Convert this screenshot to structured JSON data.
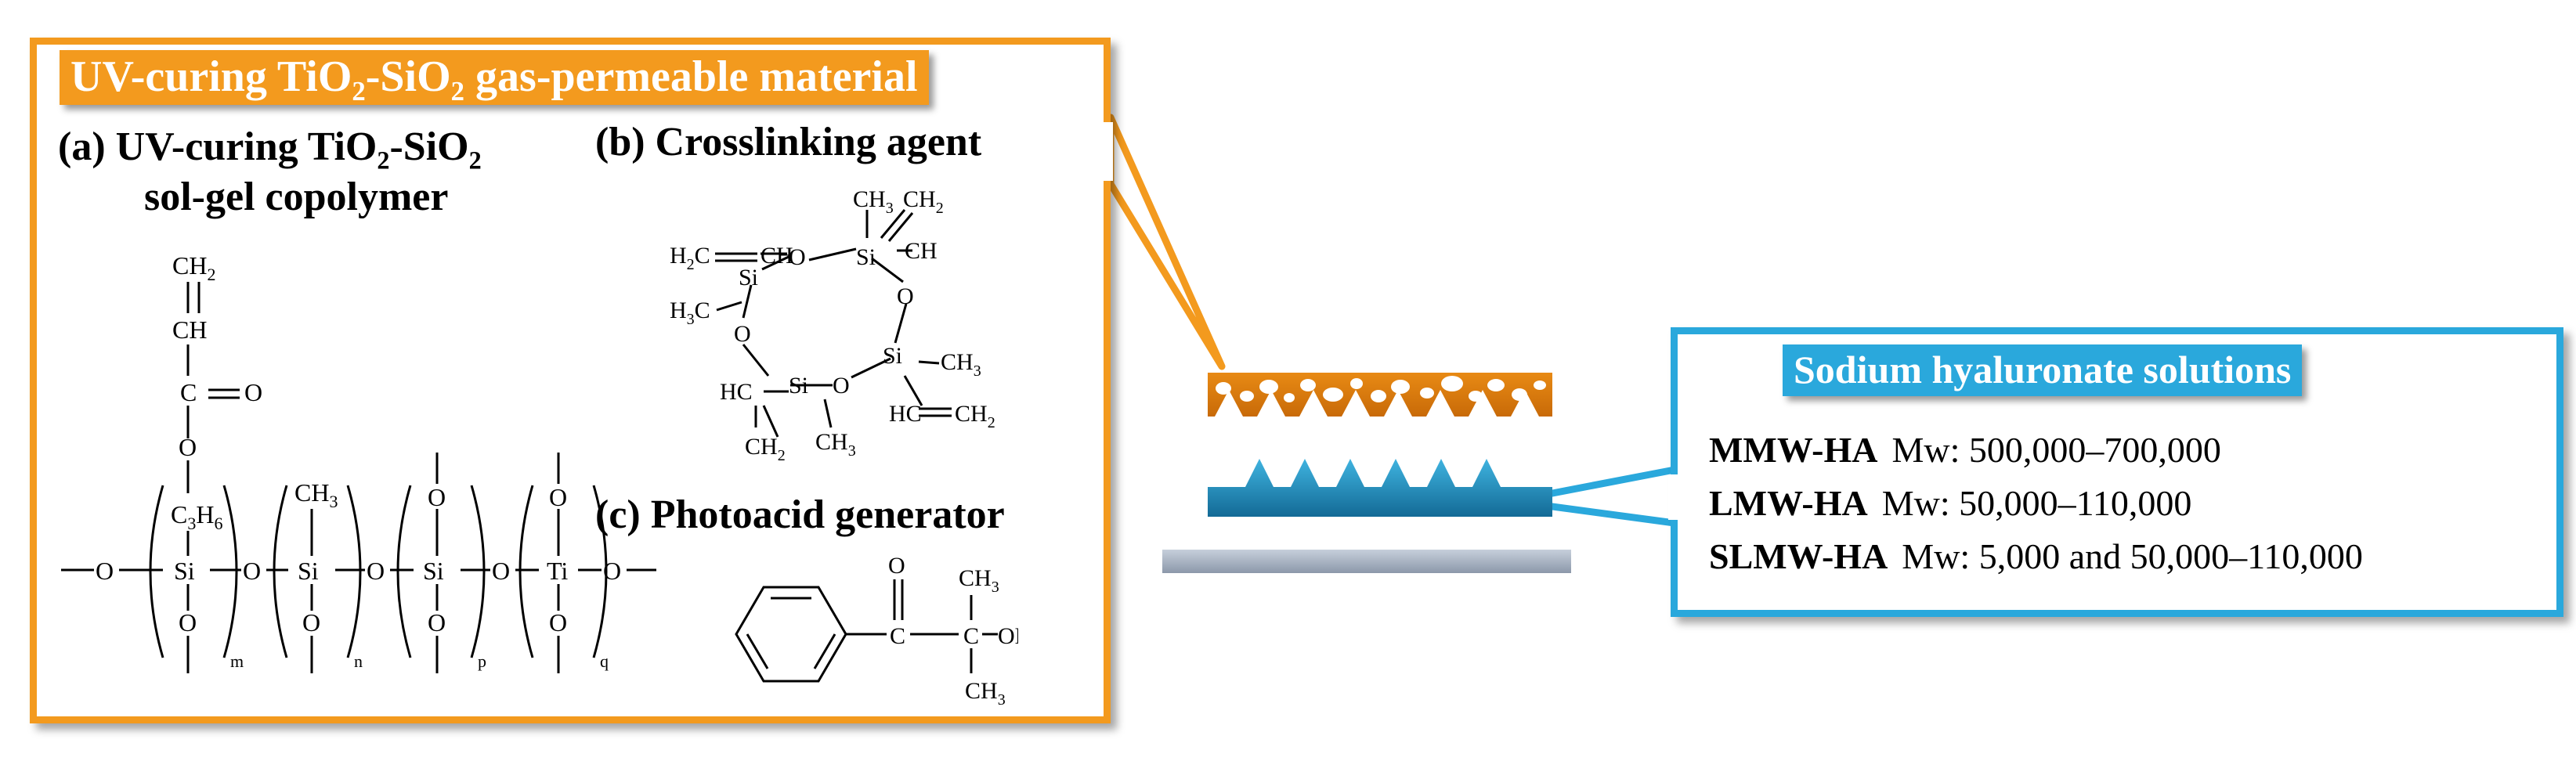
{
  "material_box": {
    "title_parts": [
      "UV-curing TiO",
      "2",
      "-SiO",
      "2",
      " gas-permeable material"
    ],
    "panel_a": {
      "line1_parts": [
        "(a) UV-curing TiO",
        "2",
        "-SiO",
        "2"
      ],
      "line2": "sol-gel copolymer"
    },
    "panel_b": {
      "label": "(b) Crosslinking agent"
    },
    "panel_c": {
      "label": "(c) Photoacid generator"
    }
  },
  "structures": {
    "copolymer": {
      "vinyl_top": "CH",
      "vinyl_top_sub": "2",
      "ch": "CH",
      "carbonyl_c": "C",
      "carbonyl_o": "O",
      "ester_o": "O",
      "propyl": "C",
      "propyl_sub1": "3",
      "propyl_mid": "H",
      "propyl_sub2": "6",
      "methyl": "CH",
      "methyl_sub": "3",
      "si": "Si",
      "ti": "Ti",
      "o": "O",
      "subscripts": [
        "m",
        "n",
        "p",
        "q"
      ]
    },
    "crosslinker": {
      "si": "Si",
      "o": "O",
      "ch3": "CH",
      "sub3": "3",
      "ch2": "CH",
      "sub2": "2",
      "ch": "CH",
      "h2c": "H",
      "h3c": "H",
      "c": "C",
      "hc": "HC"
    },
    "photoacid": {
      "o": "O",
      "c": "C",
      "oh": "OH",
      "ch3": "CH",
      "sub3": "3"
    }
  },
  "solution_box": {
    "title": "Sodium hyaluronate solutions",
    "rows": [
      {
        "name": "MMW-HA",
        "mw": "Mw: 500,000–700,000"
      },
      {
        "name": "LMW-HA",
        "mw": "Mw: 50,000–110,000"
      },
      {
        "name": "SLMW-HA",
        "mw": "Mw: 5,000 and 50,000–110,000"
      }
    ]
  },
  "colors": {
    "orange": "#f39a1e",
    "blue": "#2aa8dc",
    "substrate": "#a9b4c4",
    "film_blue": "#1e88b8"
  }
}
